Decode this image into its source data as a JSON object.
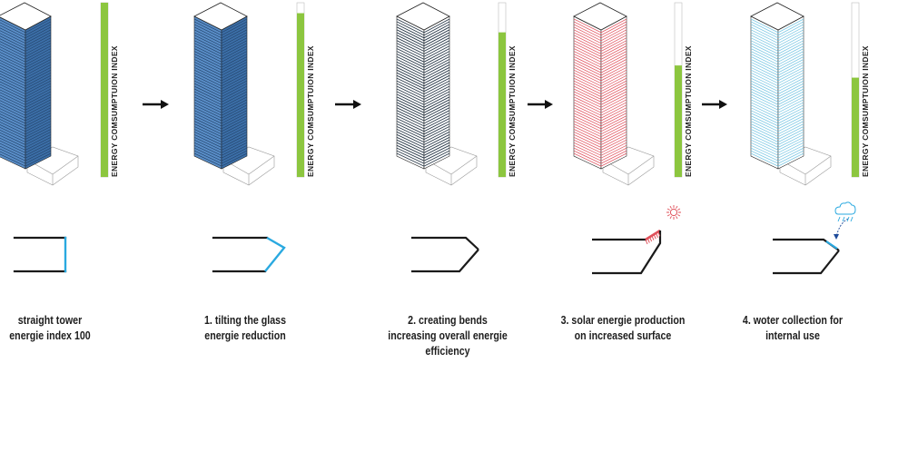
{
  "index_label": "ENERGY COMSUMPTUION INDEX",
  "colors": {
    "bar_fill": "#8cc63f",
    "black_line": "#1a1a1a",
    "blue_glass": "#2aa9e0",
    "solar": "#e0505a",
    "water": "#2aa9e0"
  },
  "stages": [
    {
      "tower_style": "blue-glass",
      "energy_index": 1.0,
      "section": "straight",
      "caption": [
        "straight tower",
        "energie index 100"
      ]
    },
    {
      "tower_style": "blue-glass",
      "energy_index": 0.94,
      "section": "tilted-glass",
      "caption": [
        "1. tilting the glass",
        "energie reduction"
      ]
    },
    {
      "tower_style": "dark-lines",
      "energy_index": 0.83,
      "section": "bent",
      "caption": [
        "2. creating bends",
        "increasing overall energie",
        "efficiency"
      ]
    },
    {
      "tower_style": "red-lines",
      "energy_index": 0.64,
      "section": "solar",
      "caption": [
        "3. solar energie production",
        "on increased surface"
      ]
    },
    {
      "tower_style": "light-blue-lines",
      "energy_index": 0.57,
      "section": "water",
      "caption": [
        "4. woter collection for",
        "internal use"
      ]
    }
  ]
}
